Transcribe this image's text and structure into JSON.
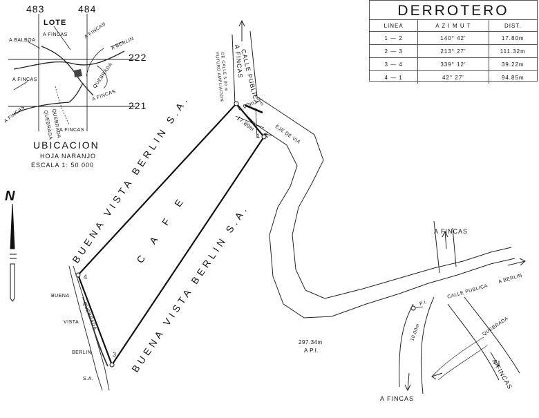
{
  "location_map": {
    "top_numbers": [
      "483",
      "484"
    ],
    "right_numbers": [
      "222",
      "221"
    ],
    "lote_label": "LOTE",
    "place_labels": {
      "balboa": "A BALBOA",
      "fincas_north": "A FINCAS",
      "fincas_north_right": "A FINCAS",
      "berlin": "A BERLIN",
      "fincas_west": "A FINCAS",
      "fincas_southwest": "A FINCAS",
      "fincas_south": "A FINCAS",
      "fincas_east": "A FINCAS",
      "quebrada_1": "QUEBRADA",
      "quebrada_2": "QUEBRADA",
      "quebrada_3": "QUEBRADA"
    },
    "title": "UBICACION",
    "sheet": "HOJA NARANJO",
    "scale": "ESCALA 1: 50 000"
  },
  "north_label": "N",
  "traverse": {
    "title": "DERROTERO",
    "headers": [
      "LINEA",
      "A Z I M U T",
      "DIST."
    ],
    "rows": [
      {
        "line": "1 — 2",
        "azimuth": "140°  42'",
        "distance": "17.80m"
      },
      {
        "line": "2 — 3",
        "azimuth": "213°  27'",
        "distance": "111.32m"
      },
      {
        "line": "3 — 4",
        "azimuth": "339°  12'",
        "distance": "39.22m"
      },
      {
        "line": "4 — 1",
        "azimuth": "42°  27'",
        "distance": "94.85m"
      }
    ]
  },
  "plan": {
    "vertex_labels": [
      "1",
      "2",
      "3",
      "4"
    ],
    "crop_label": "C  A  F  E",
    "owner_north": "BUENA   VISTA   BERLIN   S.A.",
    "owner_south": "BUENA   VISTA   BERLIN   S.A.",
    "owner_west": [
      "BUENA",
      "VISTA",
      "BERLIN",
      "S.A."
    ],
    "west_stream": "QUEBRADA",
    "road_top_to": "A FINCAS",
    "road_top_name": "CALLE PUBLICA",
    "road_note_1": "FUTURO AMPLIACION",
    "road_note_2": "DE CALLE 5.00 m",
    "road_width_small": "1.00m",
    "road_width": "6.00m",
    "front_length": "17.80m",
    "axis_label": "EJE DE VIA",
    "pi_label": "P.I.",
    "pi_offset": "10.00m",
    "pi_distance": "297.34m",
    "pi_distance_to": "A P.I.",
    "street_name": "CALLE PUBLICA",
    "to_berlin": "A BERLIN",
    "to_fincas_north": "A FINCAS",
    "to_fincas_south": "A FINCAS",
    "to_fincas_southeast": "A FINCAS",
    "south_stream": "QUEBRADA"
  }
}
